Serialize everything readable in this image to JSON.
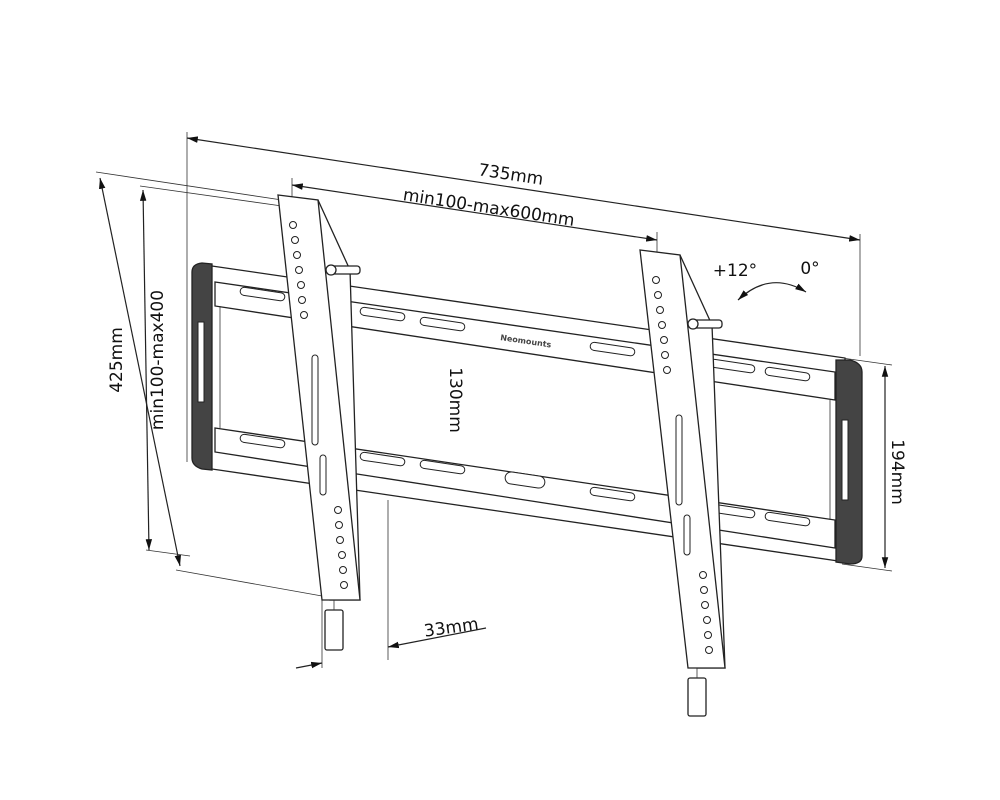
{
  "dimensions": {
    "overall_width": "735mm",
    "vesa_horizontal": "min100-max600mm",
    "overall_height": "425mm",
    "vesa_vertical": "min100-max400",
    "slot_spacing": "130mm",
    "rail_height": "194mm",
    "wall_distance": "33mm"
  },
  "tilt": {
    "max": "+12°",
    "min": "0°"
  },
  "brand_logo": "Neomounts"
}
